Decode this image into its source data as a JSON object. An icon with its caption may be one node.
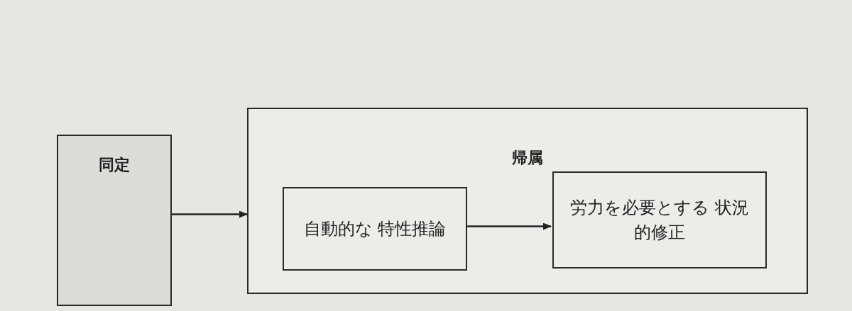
{
  "diagram": {
    "nodes": [
      {
        "text": [
          "同定"
        ]
      },
      {
        "text": [
          "帰属"
        ]
      },
      {
        "text": [
          "自動的な 特性推論"
        ],
        "in": 1
      },
      {
        "text": [
          "労力を必要とする 状況的修正"
        ],
        "in": 1
      }
    ],
    "edges": [
      {
        "from": 0,
        "to": 1,
        "arrow": "to"
      },
      {
        "from": 2,
        "to": 3,
        "arrow": "to"
      }
    ]
  }
}
